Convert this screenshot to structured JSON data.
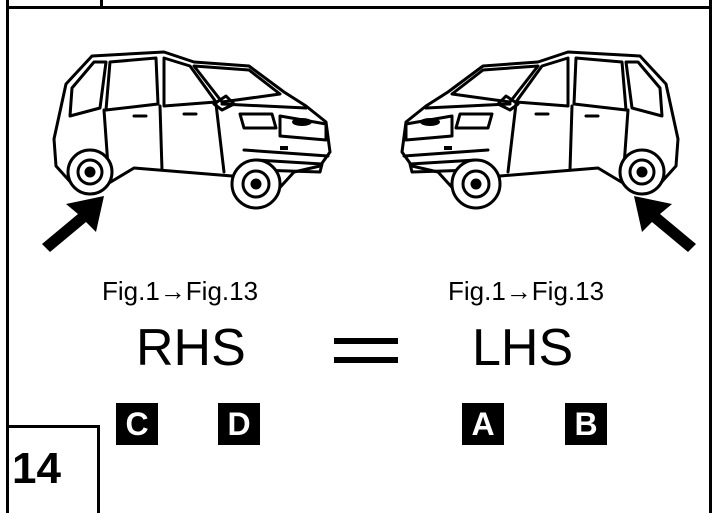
{
  "figure": {
    "left_caption": "Fig.1→Fig.13",
    "right_caption": "Fig.1→Fig.13",
    "left_side": "RHS",
    "right_side": "LHS",
    "left_boxes": [
      "C",
      "D"
    ],
    "right_boxes": [
      "A",
      "B"
    ],
    "step_number": "14",
    "left_arrow_icon": "arrow-up-right-icon",
    "right_arrow_icon": "arrow-up-left-icon"
  }
}
